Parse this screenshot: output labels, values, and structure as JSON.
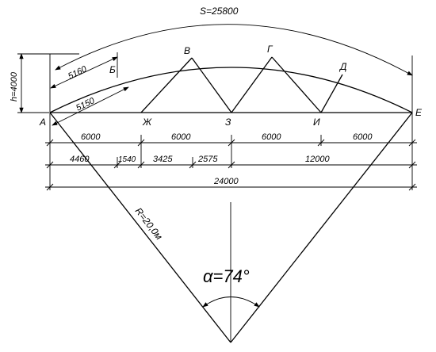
{
  "arc_length_label": "S=25800",
  "height_label": "h=4000",
  "radius_label": "R=20,0м",
  "angle_label": "α=74°",
  "segment_top_label": "5160",
  "segment_bottom_label": "5150",
  "nodes": {
    "a": "А",
    "b": "Б",
    "v": "В",
    "g": "Г",
    "d": "Д",
    "e": "Е",
    "zh": "Ж",
    "z": "З",
    "i": "И"
  },
  "dims_row1": [
    "6000",
    "6000",
    "6000",
    "6000"
  ],
  "dims_row2": [
    "4460",
    "1540",
    "3425",
    "2575",
    "12000"
  ],
  "dims_row3": [
    "24000"
  ]
}
